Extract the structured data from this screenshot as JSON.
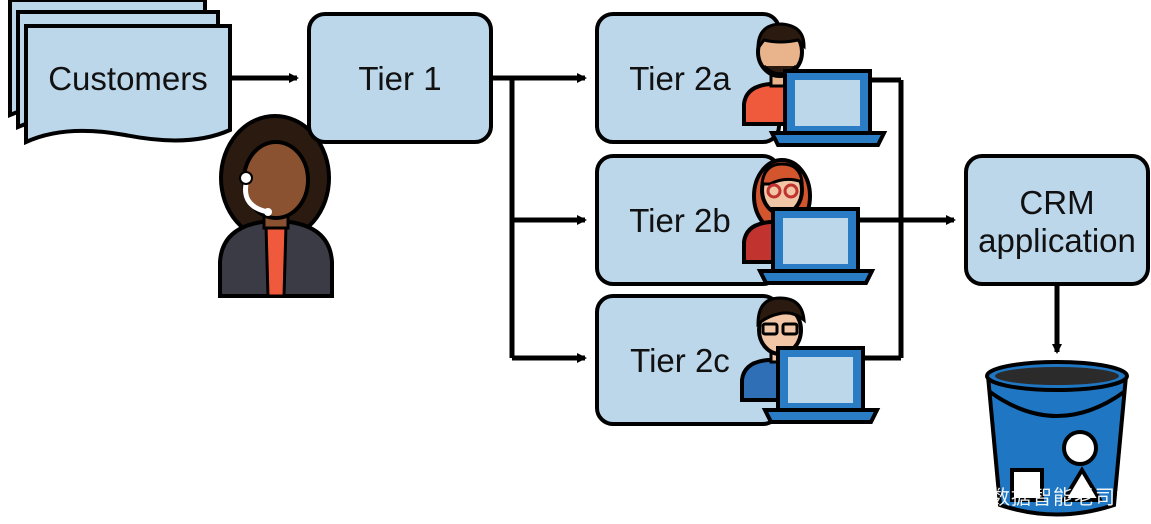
{
  "nodes": {
    "customers": "Customers",
    "tier1": "Tier 1",
    "tier2a": "Tier 2a",
    "tier2b": "Tier 2b",
    "tier2c": "Tier 2c",
    "crm_line1": "CRM",
    "crm_line2": "application"
  },
  "watermark": "掘金技术社区 @ 数据智能老司机",
  "colors": {
    "box_fill": "#bcd6ea",
    "stroke": "#000000",
    "bucket_blue": "#1f77c4",
    "laptop_blue": "#2a7dc4",
    "agent_skin": "#8a5230",
    "agent_hair": "#2a1a0f",
    "jacket": "#3b3b46",
    "accent_orange": "#f05a3c",
    "redhead_hair": "#d2552e",
    "blue_shirt": "#2e6fb5"
  }
}
